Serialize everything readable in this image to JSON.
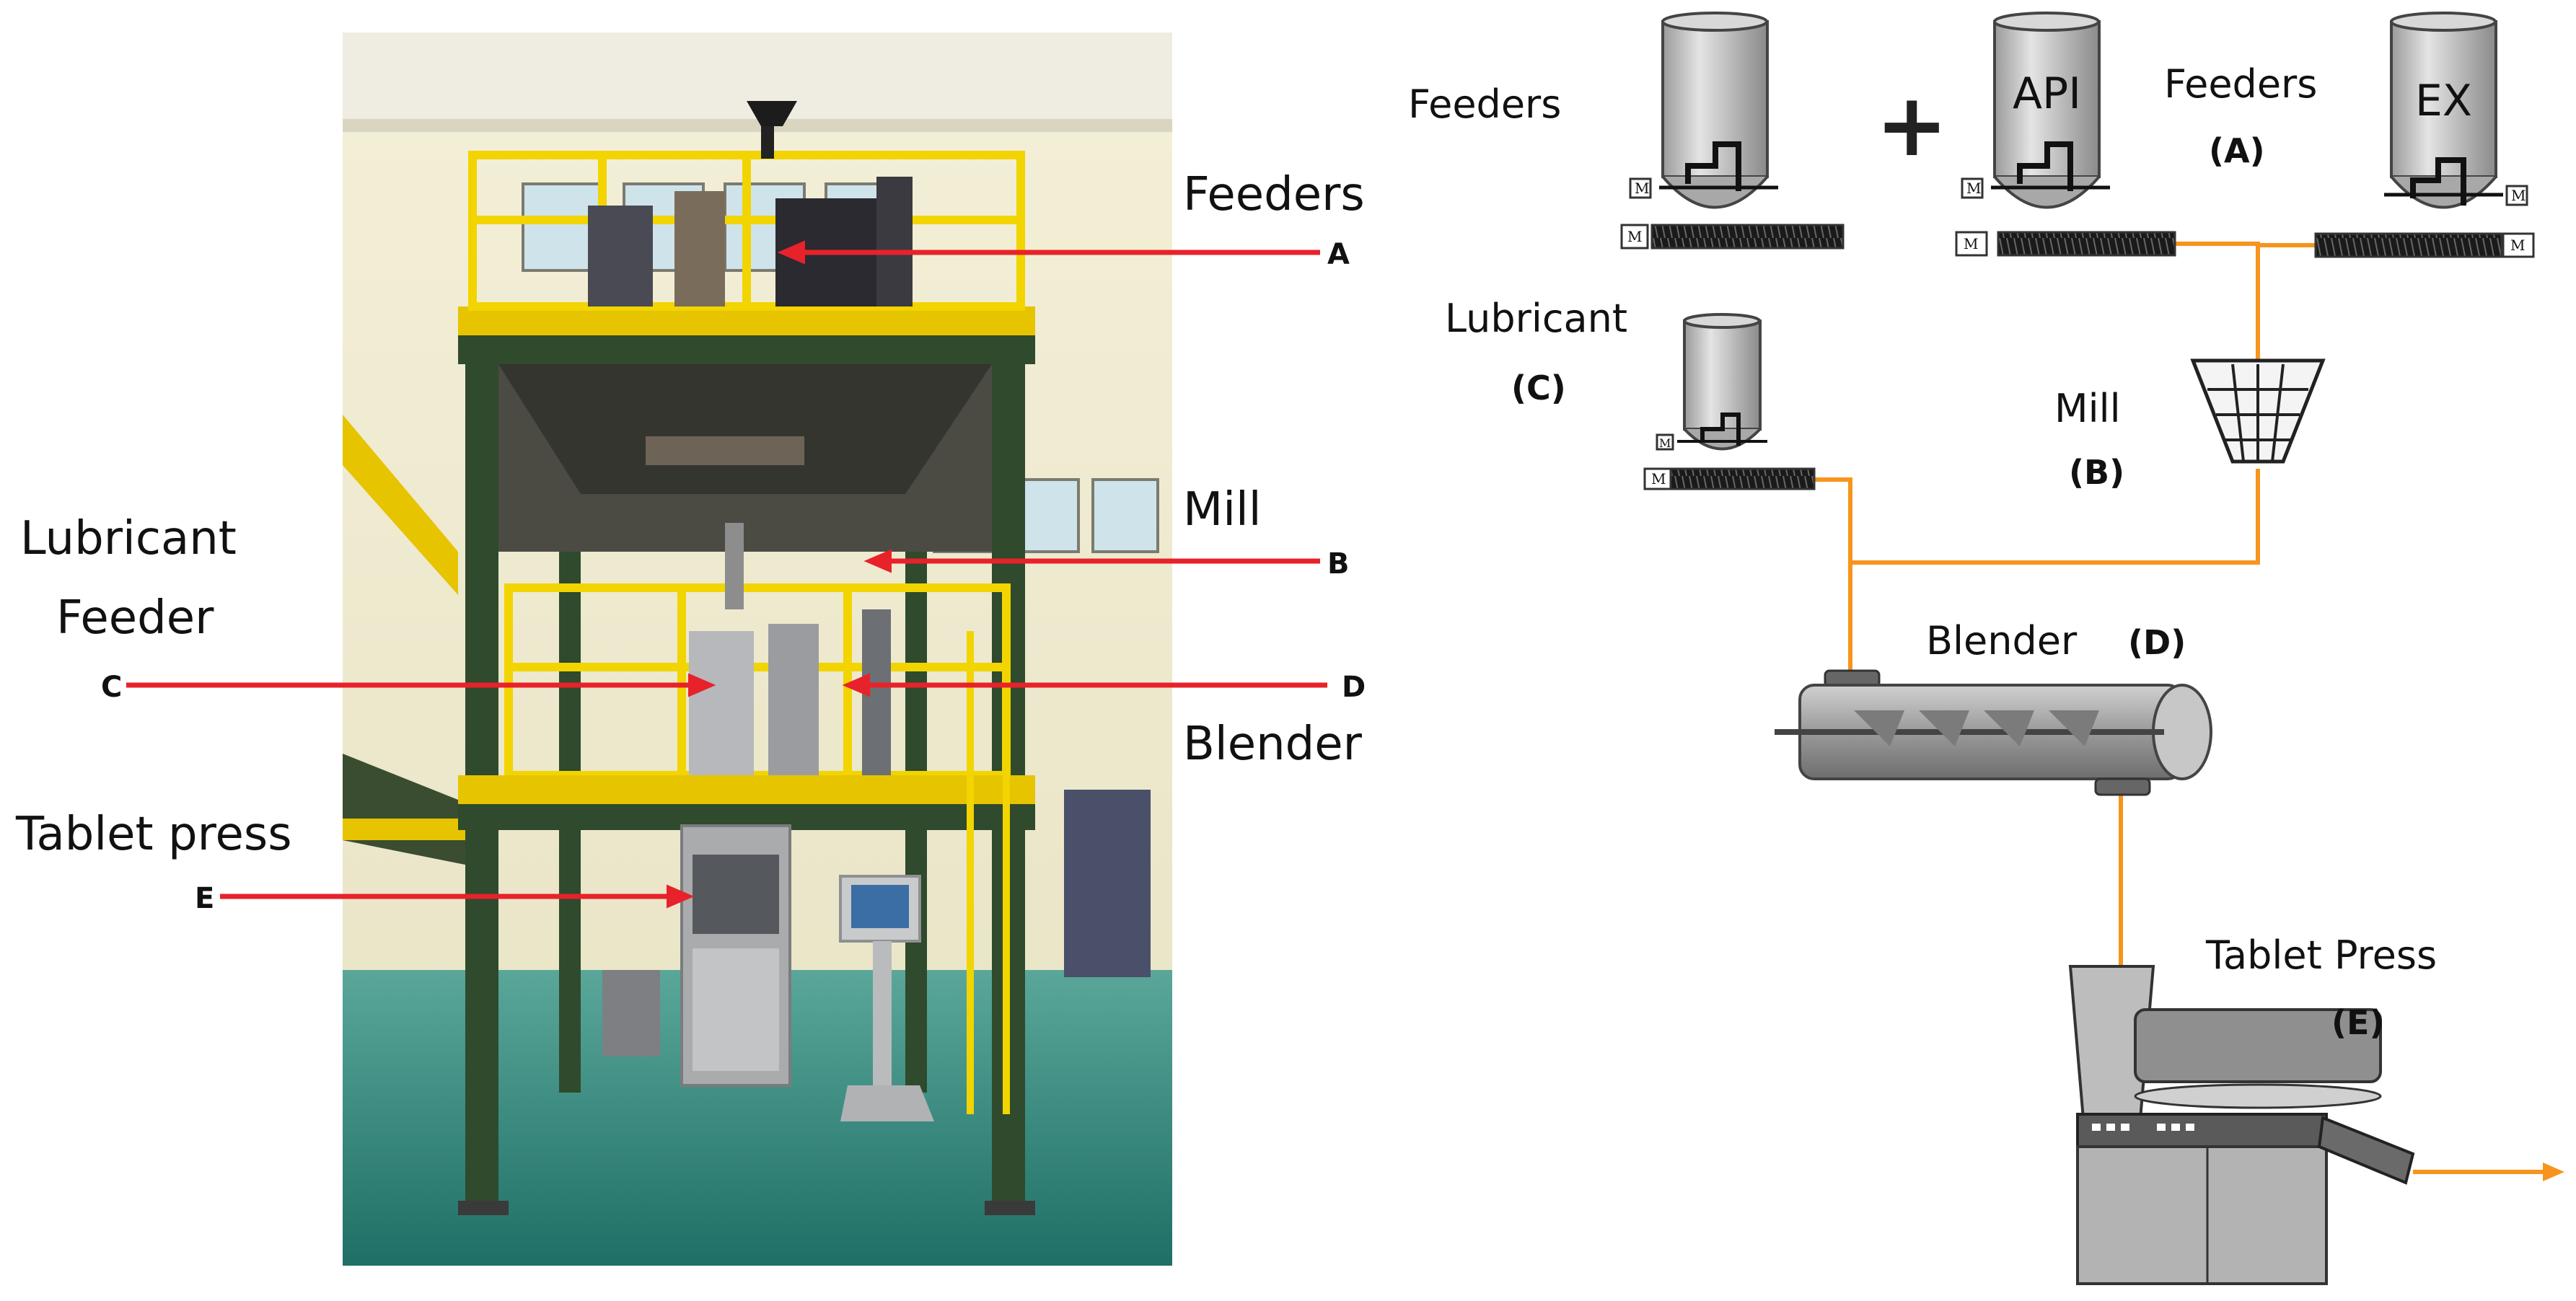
{
  "photo": {
    "labels": {
      "feeders": "Feeders",
      "mill": "Mill",
      "lubricant_line1": "Lubricant",
      "lubricant_line2": "Feeder",
      "blender": "Blender",
      "tablet_press": "Tablet press"
    },
    "letters": {
      "a": "A",
      "b": "B",
      "c": "C",
      "d": "D",
      "e": "E"
    }
  },
  "diagram": {
    "labels": {
      "feeders_left": "Feeders",
      "plus": "+",
      "api": "API",
      "feeders_right": "Feeders",
      "feeders_right_letter": "(A)",
      "ex": "EX",
      "lubricant": "Lubricant",
      "lubricant_letter": "(C)",
      "mill": "Mill",
      "mill_letter": "(B)",
      "blender": "Blender",
      "blender_letter": "(D)",
      "tablet_press": "Tablet Press",
      "tablet_press_letter": "(E)",
      "motor": "M"
    }
  },
  "colors": {
    "arrow_red": "#e8222a",
    "flow_orange": "#f7941d",
    "scaffold_yellow": "#f2d400",
    "frame_green": "#2f4a2c",
    "floor_teal": "#2e8a7e",
    "equipment_gray": "#8c8c8c"
  }
}
